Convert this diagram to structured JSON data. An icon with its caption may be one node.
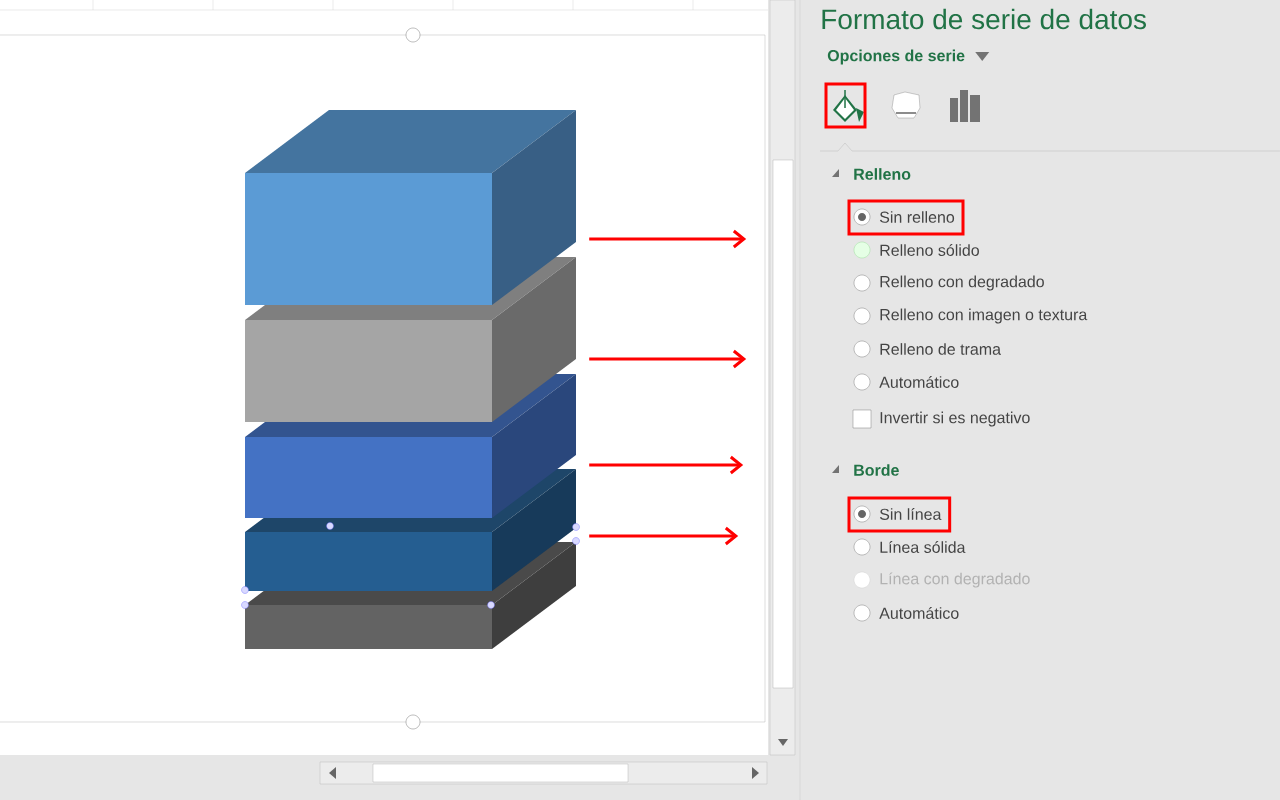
{
  "diagram": {
    "title": "Formato de serie de datos",
    "nodes": [
      {
        "text": [],
        "shape": "box"
      },
      {
        "text": [],
        "shape": "box"
      },
      {
        "text": [],
        "shape": "box"
      },
      {
        "text": [],
        "shape": "box"
      },
      {
        "text": [],
        "shape": "box"
      }
    ],
    "edges": [
      {
        "from": 0,
        "to": null,
        "arrow": "to"
      },
      {
        "from": 1,
        "to": null,
        "arrow": "to"
      },
      {
        "from": 2,
        "to": null,
        "arrow": "to"
      },
      {
        "from": 3,
        "to": null,
        "arrow": "to"
      }
    ],
    "labels": [
      "Opciones de serie",
      "Relleno",
      "Sin relleno",
      "Relleno sólido",
      "Relleno con degradado",
      "Relleno con imagen o textura",
      "Relleno de trama",
      "Automático",
      "Invertir si es negativo",
      "Borde",
      "Sin línea",
      "Línea sólida",
      "Línea con degradado",
      "Automático"
    ]
  }
}
